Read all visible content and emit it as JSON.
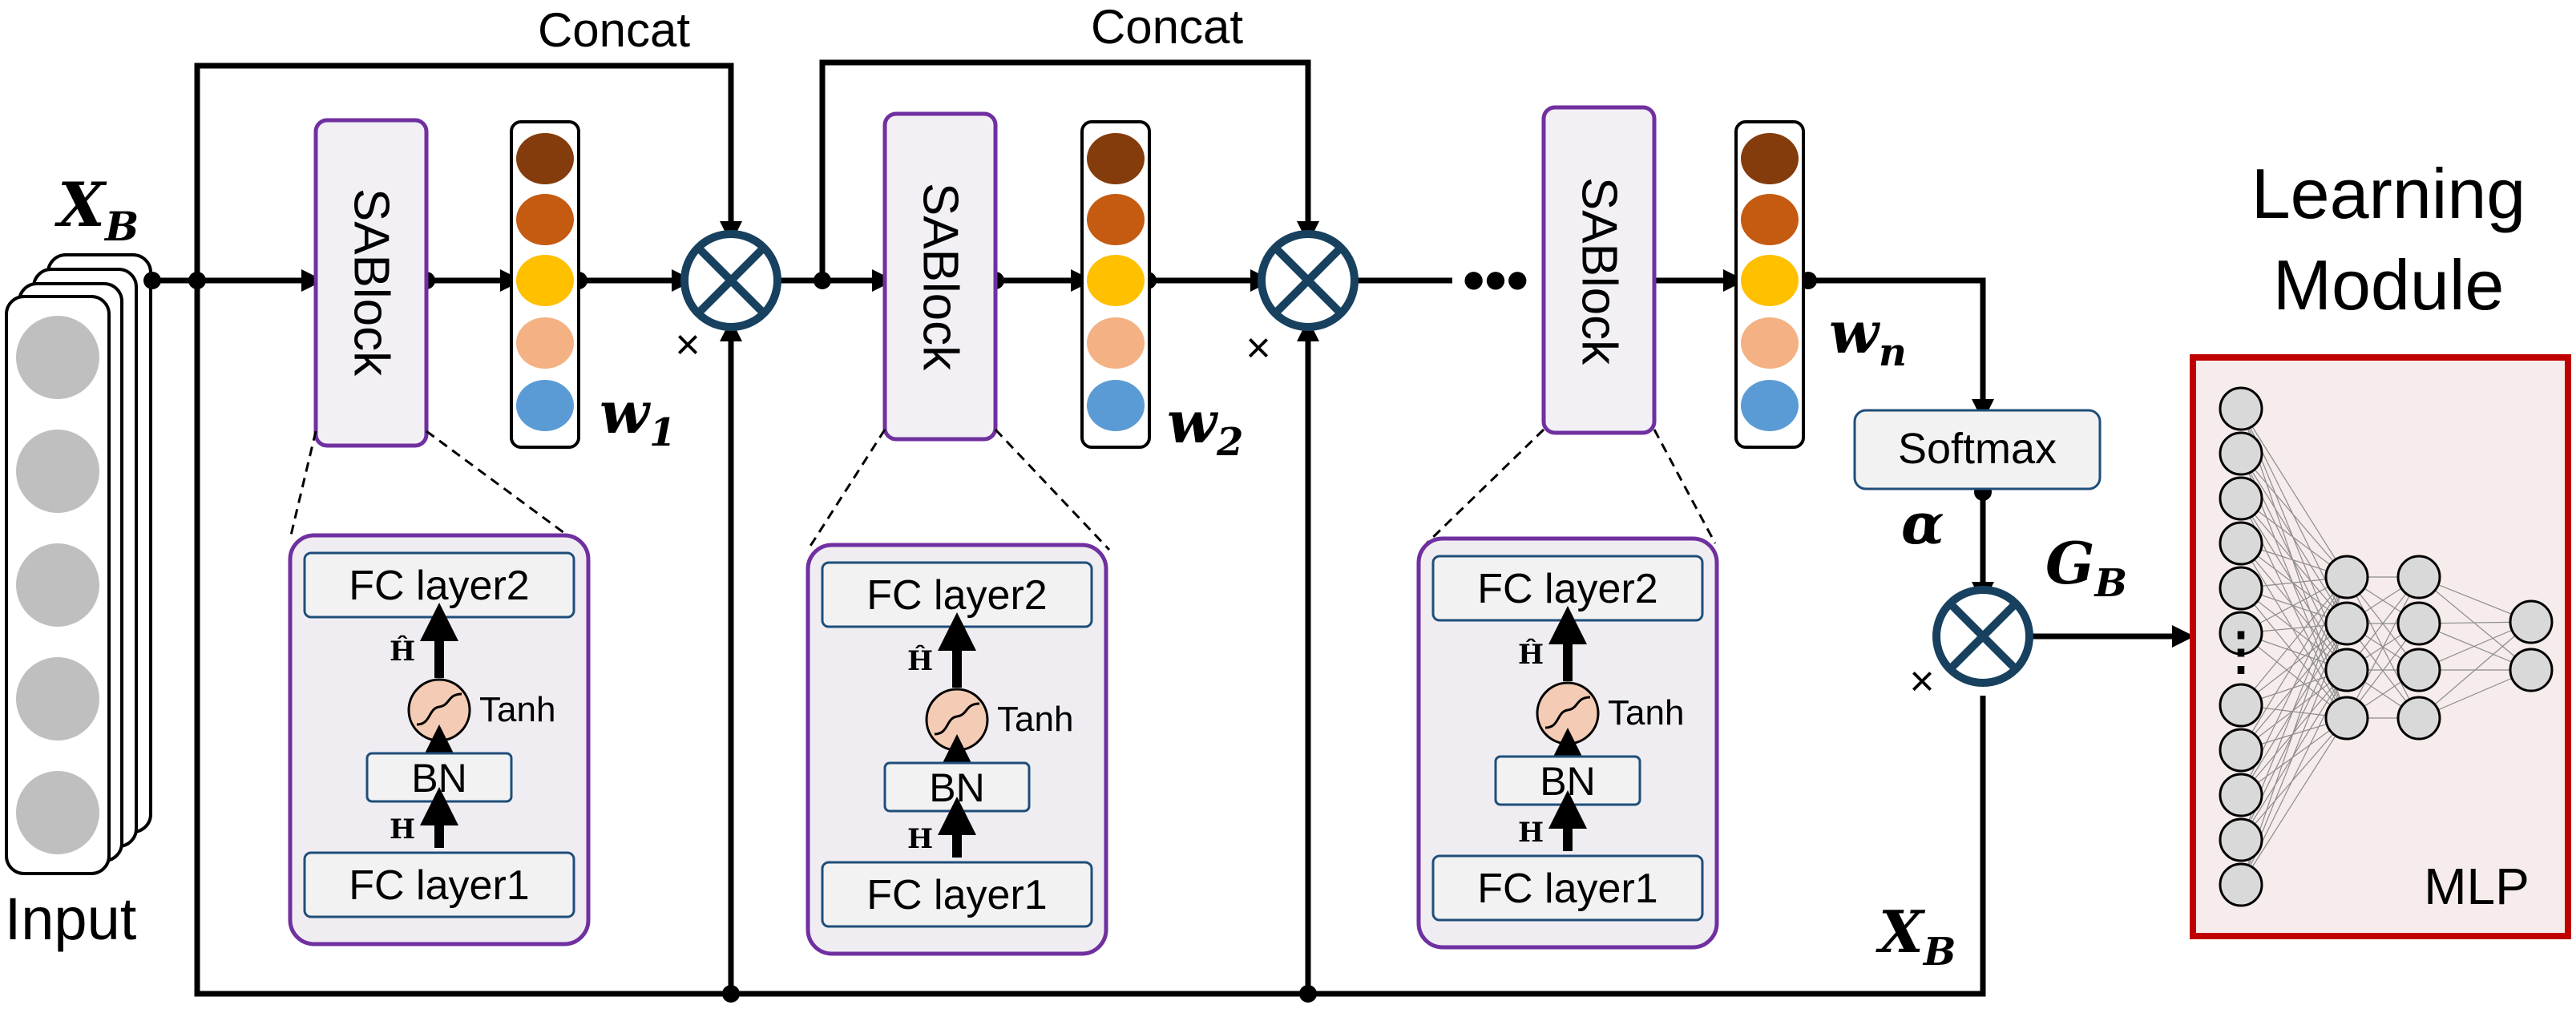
{
  "input": {
    "label": "Input",
    "xb_letter": "X",
    "xb_sub": "B"
  },
  "concat_labels": [
    "Concat",
    "Concat"
  ],
  "blocks": [
    {
      "name": "SABlock",
      "weight_letter": "w",
      "weight_sub": "1",
      "detail": {
        "fc2": "FC layer2",
        "fc1": "FC layer1",
        "bn": "BN",
        "act": "Tanh",
        "h": "H",
        "hhat": "Ĥ"
      }
    },
    {
      "name": "SABlock",
      "weight_letter": "w",
      "weight_sub": "2",
      "detail": {
        "fc2": "FC layer2",
        "fc1": "FC layer1",
        "bn": "BN",
        "act": "Tanh",
        "h": "H",
        "hhat": "Ĥ"
      }
    },
    {
      "name": "SABlock",
      "weight_letter": "w",
      "weight_sub": "n",
      "detail": {
        "fc2": "FC layer2",
        "fc1": "FC layer1",
        "bn": "BN",
        "act": "Tanh",
        "h": "H",
        "hhat": "Ĥ"
      }
    }
  ],
  "weight_colors": [
    "#843c0c",
    "#c55a11",
    "#ffc000",
    "#f4b183",
    "#5b9bd5"
  ],
  "multiply_labels": [
    "×",
    "×",
    "×"
  ],
  "ellipsis": "•••",
  "softmax": {
    "label": "Softmax",
    "alpha": "α"
  },
  "output": {
    "g_letter": "G",
    "g_sub": "B",
    "xb_letter": "X",
    "xb_sub": "B"
  },
  "learning_module": {
    "title_line1": "Learning",
    "title_line2": "Module",
    "mlp_label": "MLP",
    "dots": "⋮"
  },
  "colors": {
    "block_border": "#7030a0",
    "block_fill": "#f2f0f5",
    "detail_fill": "#efedf2",
    "node_fill": "#d9d9d9",
    "mlp_border": "#c00000",
    "mlp_fill": "#f7ecec",
    "input_node": "#bfbfbf",
    "multiply_fill": "#17415f"
  }
}
